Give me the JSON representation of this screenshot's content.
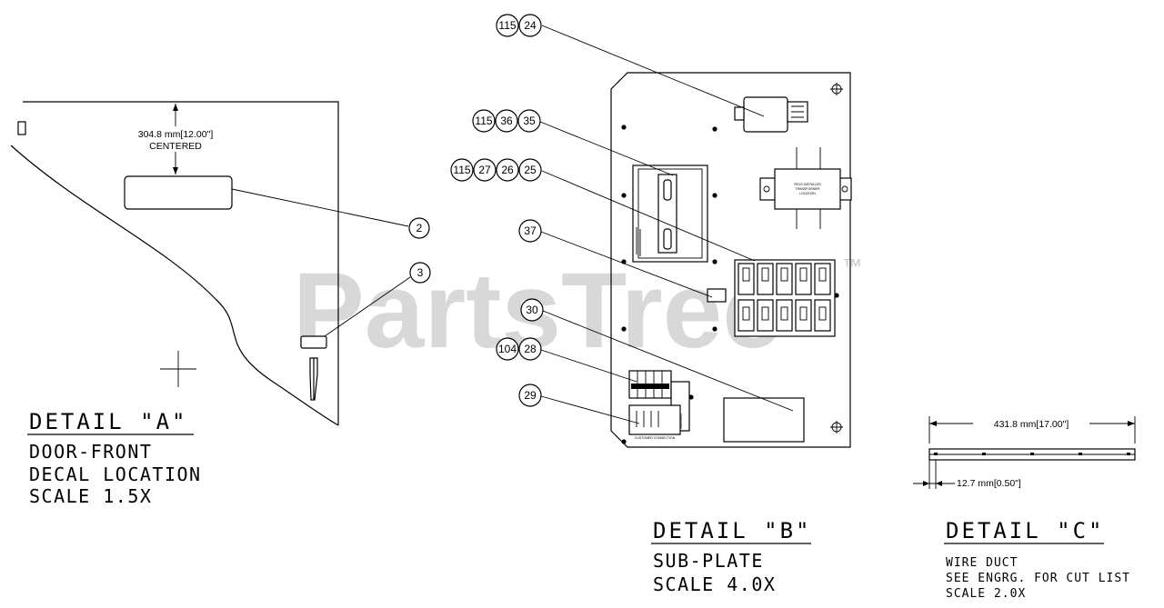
{
  "watermark": {
    "brand": "PartsTree",
    "tm": "™"
  },
  "detail_a": {
    "title": "DETAIL \"A\"",
    "line1": "DOOR-FRONT",
    "line2": "DECAL LOCATION",
    "line3": "SCALE 1.5X",
    "dim_value": "304.8 mm[12.00\"]",
    "dim_note": "CENTERED",
    "callouts": [
      "2",
      "3"
    ]
  },
  "detail_b": {
    "title": "DETAIL \"B\"",
    "line1": "SUB-PLATE",
    "line2": "SCALE 4.0X",
    "transformer_label1": "FIELD INSTALLED",
    "transformer_label2": "TRANSFORMER",
    "transformer_label3": "LOCATION",
    "warning_label": "WARNING",
    "terminal_label": "CUSTOMER CONNECTION",
    "callouts": [
      {
        "nums": [
          "115",
          "24"
        ]
      },
      {
        "nums": [
          "115",
          "36",
          "35"
        ]
      },
      {
        "nums": [
          "115",
          "27",
          "26",
          "25"
        ]
      },
      {
        "nums": [
          "37"
        ]
      },
      {
        "nums": [
          "30"
        ]
      },
      {
        "nums": [
          "104",
          "28"
        ]
      },
      {
        "nums": [
          "29"
        ]
      }
    ]
  },
  "detail_c": {
    "title": "DETAIL \"C\"",
    "line1": "WIRE DUCT",
    "line2": "SEE ENGRG. FOR CUT LIST",
    "line3": "SCALE 2.0X",
    "dim_length": "431.8 mm[17.00\"]",
    "dim_offset": "12.7 mm[0.50\"]"
  }
}
